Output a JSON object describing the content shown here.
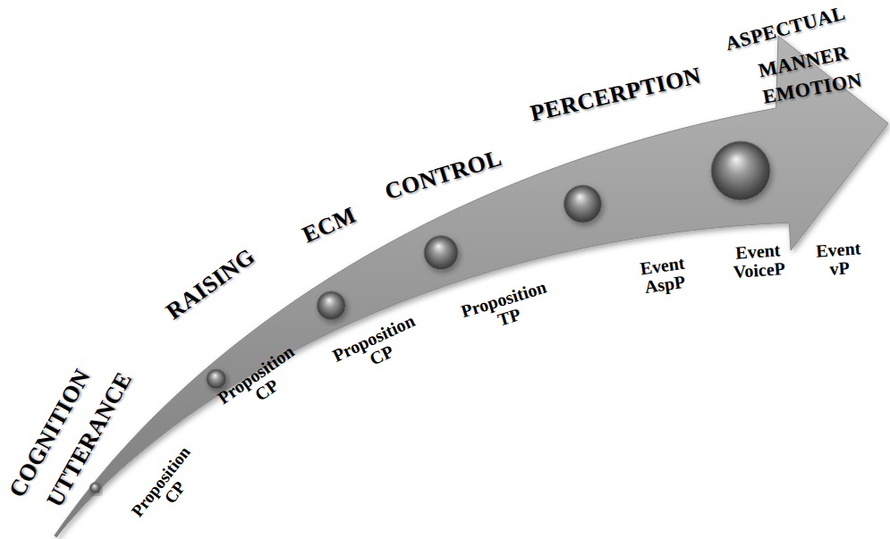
{
  "diagram": {
    "labels": [
      "COGNITION",
      "UTTERANCE",
      "RAISING",
      "ECM",
      "CONTROL",
      "PERCERPTION",
      "ASPECTUAL",
      "MANNER",
      "EMOTION",
      "Proposition CP",
      "Proposition CP",
      "Proposition CP",
      "Proposition TP",
      "Event AspP",
      "Event VoiceP",
      "Event vP"
    ]
  }
}
